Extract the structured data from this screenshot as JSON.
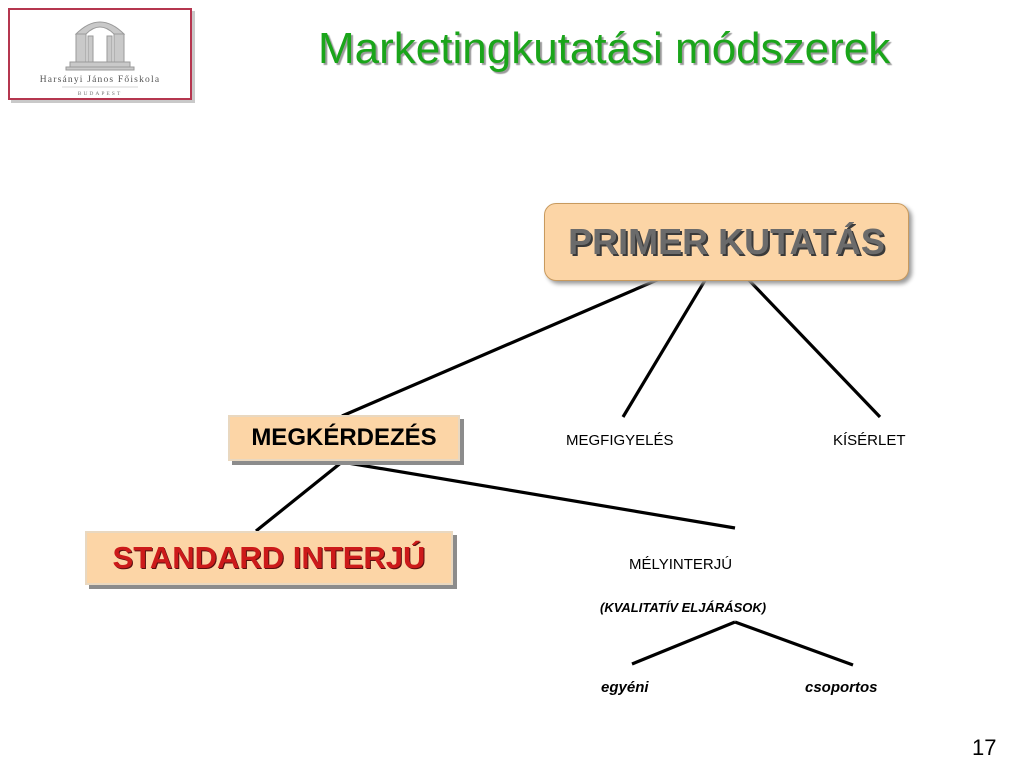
{
  "logo": {
    "name": "Harsányi János Főiskola",
    "city": "BUDAPEST"
  },
  "title": "Marketingkutatási módszerek",
  "diagram": {
    "root": "PRIMER KUTATÁS",
    "level1": [
      "MEGKÉRDEZÉS",
      "MEGFIGYELÉS",
      "KÍSÉRLET"
    ],
    "level2": [
      "STANDARD INTERJÚ",
      "MÉLYINTERJÚ"
    ],
    "level2_note": "(KVALITATÍV ELJÁRÁSOK)",
    "level3": [
      "egyéni",
      "csoportos"
    ]
  },
  "page_number": "17",
  "colors": {
    "title": "#1aa51a",
    "box_fill": "#fcd5a6",
    "standard_text": "#cc1a1a",
    "logo_border": "#b5364f"
  }
}
